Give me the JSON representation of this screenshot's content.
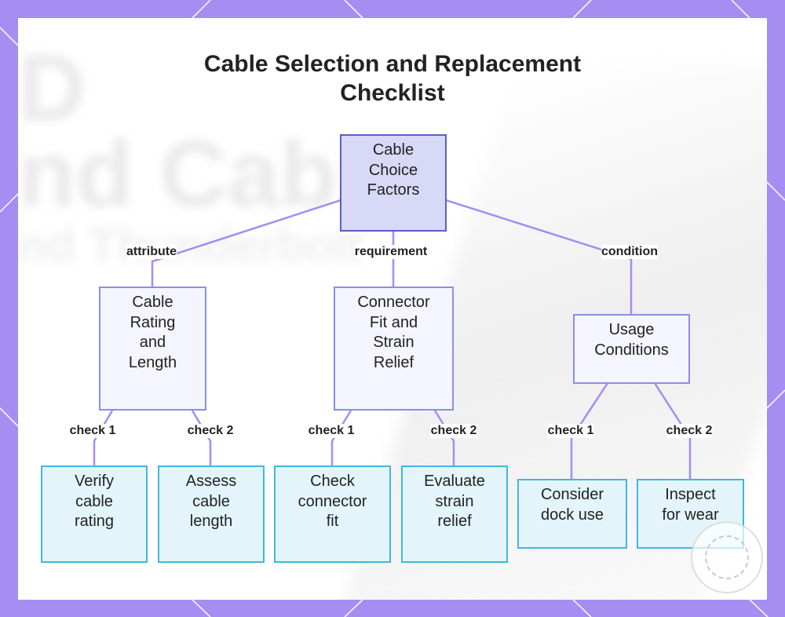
{
  "title": {
    "line1": "Cable Selection and Replacement",
    "line2": "Checklist"
  },
  "nodes": {
    "root": {
      "lines": [
        "Cable",
        "Choice",
        "Factors"
      ]
    },
    "rating": {
      "lines": [
        "Cable",
        "Rating",
        "and",
        "Length"
      ]
    },
    "connector": {
      "lines": [
        "Connector",
        "Fit and",
        "Strain",
        "Relief"
      ]
    },
    "usage": {
      "lines": [
        "Usage",
        "Conditions"
      ]
    },
    "verify": {
      "lines": [
        "Verify",
        "cable",
        "rating"
      ]
    },
    "assess": {
      "lines": [
        "Assess",
        "cable",
        "length"
      ]
    },
    "check_fit": {
      "lines": [
        "Check",
        "connector",
        "fit"
      ]
    },
    "evaluate": {
      "lines": [
        "Evaluate",
        "strain",
        "relief"
      ]
    },
    "dock": {
      "lines": [
        "Consider",
        "dock use"
      ]
    },
    "wear": {
      "lines": [
        "Inspect",
        "for wear"
      ]
    }
  },
  "edges": {
    "attribute": "attribute",
    "requirement": "requirement",
    "condition": "condition",
    "rating_check1": "check 1",
    "rating_check2": "check 2",
    "connector_check1": "check 1",
    "connector_check2": "check 2",
    "usage_check1": "check 1",
    "usage_check2": "check 2"
  },
  "colors": {
    "frame": "#a48ef2",
    "edge": "#a48ef2",
    "root_fill": "#d8d9f7",
    "root_border": "#5a5fc5",
    "mid_fill": "#f4f5fe",
    "mid_border": "#8b8fe0",
    "leaf_fill": "#e3f5fb",
    "leaf_border": "#40b8dd"
  }
}
